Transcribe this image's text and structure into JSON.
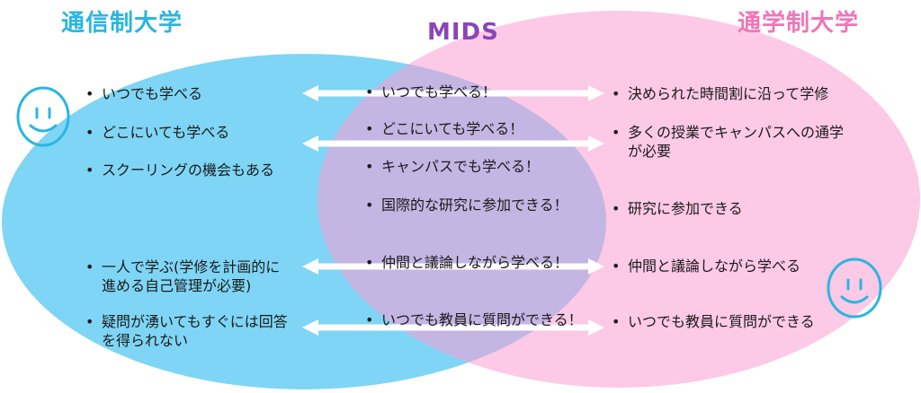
{
  "left_set": {
    "title": "通信制大学",
    "color": "#2ab6e0",
    "fill": "#7fd5f5",
    "items": [
      "いつでも学べる",
      "どこにいても学べる",
      "スクーリングの機会もある",
      "一人で学ぶ(学修を計画的に\n進める自己管理が必要)",
      "疑問が湧いてもすぐには回答\nを得られない"
    ]
  },
  "center_set": {
    "title": "MIDS",
    "color": "#8a45b8",
    "fill": "#c3b6e3",
    "items": [
      "いつでも学べる！",
      "どこにいても学べる！",
      "キャンパスでも学べる！",
      "国際的な研究に参加できる！",
      "仲間と議論しながら学べる！",
      "いつでも教員に質問ができる！"
    ]
  },
  "right_set": {
    "title": "通学制大学",
    "color": "#f075b7",
    "fill": "#fcc9e6",
    "items": [
      "決められた時間割に沿って学修",
      "多くの授業でキャンパスへの通学\nが必要",
      "研究に参加できる",
      "仲間と議論しながら学べる",
      "いつでも教員に質問ができる"
    ]
  },
  "arrow_color": "#ffffff",
  "icons": {
    "left": "smiley-icon",
    "right": "smiley-icon",
    "face_color": "#2ab6e0"
  }
}
